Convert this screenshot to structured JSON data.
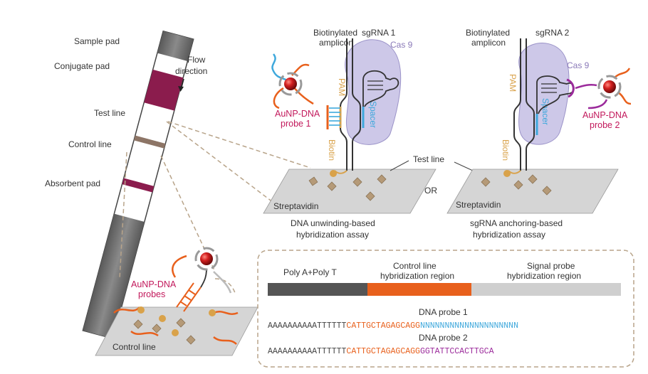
{
  "colors": {
    "strip_gray": "#6e6e6e",
    "conjugate": "#8b1c4d",
    "test_line": "#8d7566",
    "control_line": "#8b1c4d",
    "cas9_fill": "#cdc8e8",
    "cas9_label": "#8a79b8",
    "spacer": "#3ea8dc",
    "pam": "#d9a24a",
    "orange": "#e8601c",
    "probe_label": "#c2185b",
    "purple": "#9b2a9b",
    "aunp": "#cc1f1f",
    "surface": "#d5d5d5",
    "streptavidin": "#b59a78",
    "bar_dark": "#555555",
    "bar_gray": "#cfcfcf"
  },
  "strip": {
    "sample_pad": "Sample pad",
    "conjugate_pad": "Conjugate pad",
    "flow_line1": "Flow",
    "flow_line2": "direction",
    "test_line": "Test line",
    "control_line": "Control line",
    "absorbent_pad": "Absorbent pad"
  },
  "assay1": {
    "biotinylated_line1": "Biotinylated",
    "biotinylated_line2": "amplicon",
    "sgrna": "sgRNA 1",
    "cas9": "Cas 9",
    "pam": "PAM",
    "spacer": "Spacer",
    "biotin": "Biotin",
    "probe_line1": "AuNP-DNA",
    "probe_line2": "probe 1",
    "streptavidin": "Streptavidin",
    "caption_line1": "DNA unwinding-based",
    "caption_line2": "hybridization assay"
  },
  "assay2": {
    "biotinylated_line1": "Biotinylated",
    "biotinylated_line2": "amplicon",
    "sgrna": "sgRNA 2",
    "cas9": "Cas 9",
    "pam": "PAM",
    "spacer": "Spacer",
    "biotin": "Biotin",
    "probe_line1": "AuNP-DNA",
    "probe_line2": "probe 2",
    "streptavidin": "Streptavidin",
    "caption_line1": "sgRNA anchoring-based",
    "caption_line2": "hybridization assay"
  },
  "test_line_label": "Test line",
  "or_label": "OR",
  "control_detail": {
    "probes_line1": "AuNP-DNA",
    "probes_line2": "probes",
    "control_line": "Control line"
  },
  "probe_design": {
    "region1": "Poly A+Poly T",
    "region2_line1": "Control line",
    "region2_line2": "hybridization region",
    "region3_line1": "Signal probe",
    "region3_line2": "hybridization region",
    "probe1_title": "DNA probe 1",
    "probe1_polyat": "AAAAAAAAAATTTTTT",
    "probe1_control": "CATTGCTAGAGCAGG",
    "probe1_signal": "NNNNNNNNNNNNNNNNNNNN",
    "probe2_title": "DNA probe 2",
    "probe2_polyat": "AAAAAAAAAATTTTTT",
    "probe2_control": "CATTGCTAGAGCAGG",
    "probe2_signal": "GGTATTCCACTTGCA"
  }
}
